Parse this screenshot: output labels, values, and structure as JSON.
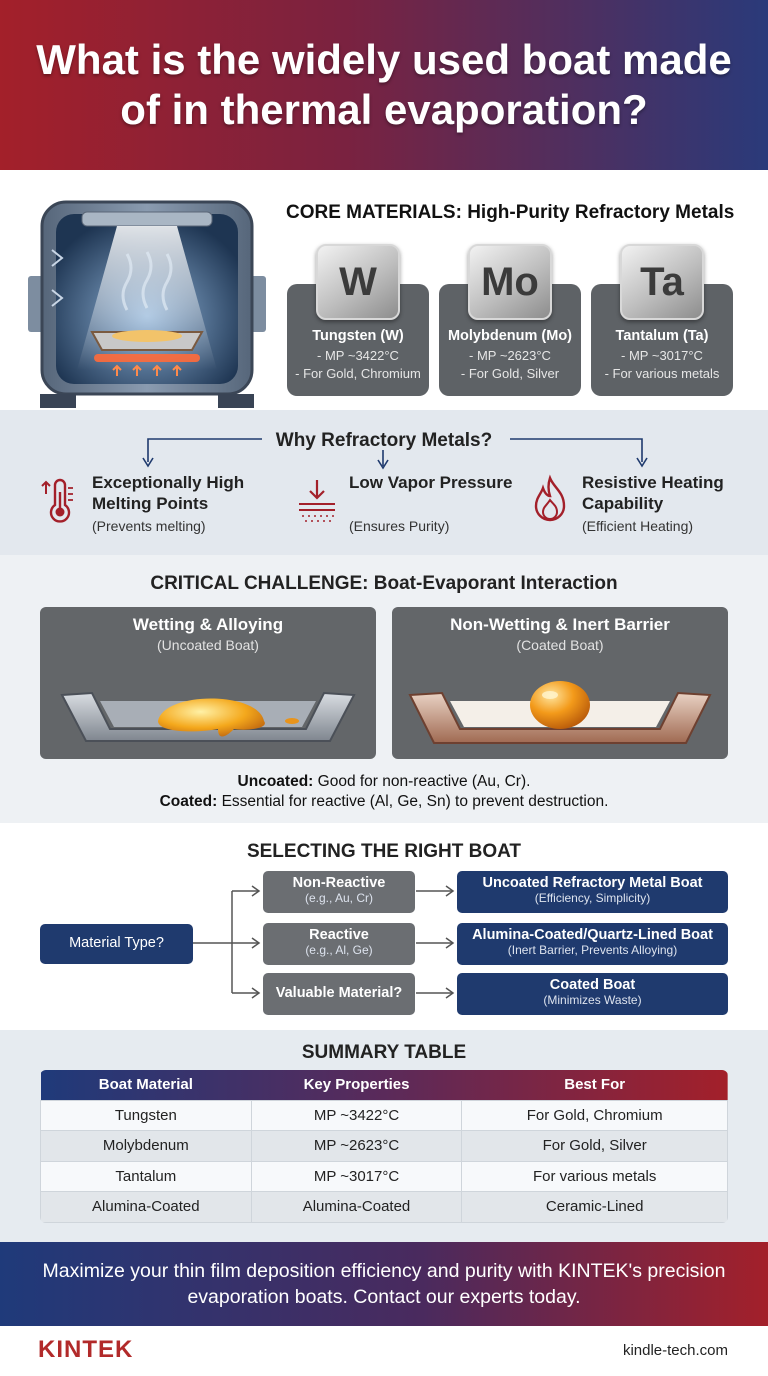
{
  "header": {
    "title": "What is the widely used boat made of in thermal evaporation?"
  },
  "core": {
    "title": "CORE MATERIALS: High-Purity Refractory Metals",
    "cards": [
      {
        "symbol": "W",
        "name": "Tungsten (W)",
        "line1": "- MP ~3422°C",
        "line2": "- For Gold, Chromium"
      },
      {
        "symbol": "Mo",
        "name": "Molybdenum (Mo)",
        "line1": "- MP ~2623°C",
        "line2": "- For Gold, Silver"
      },
      {
        "symbol": "Ta",
        "name": "Tantalum (Ta)",
        "line1": "- MP ~3017°C",
        "line2": "- For various metals"
      }
    ]
  },
  "why": {
    "title": "Why Refractory Metals?",
    "items": [
      {
        "title": "Exceptionally High Melting Points",
        "sub": "(Prevents melting)",
        "icon": "thermometer-icon"
      },
      {
        "title": "Low Vapor Pressure",
        "sub": "(Ensures Purity)",
        "icon": "low-vapor-pressure-icon"
      },
      {
        "title": "Resistive Heating Capability",
        "sub": "(Efficient Heating)",
        "icon": "flame-icon"
      }
    ]
  },
  "critical": {
    "title": "CRITICAL CHALLENGE: Boat-Evaporant Interaction",
    "left": {
      "title": "Wetting & Alloying",
      "sub": "(Uncoated Boat)"
    },
    "right": {
      "title": "Non-Wetting & Inert Barrier",
      "sub": "(Coated Boat)"
    },
    "note1_label": "Uncoated:",
    "note1_text": " Good for non-reactive (Au, Cr).",
    "note2_label": "Coated:",
    "note2_text": " Essential for reactive (Al, Ge, Sn) to prevent destruction."
  },
  "select": {
    "title": "SELECTING THE RIGHT BOAT",
    "root": "Material Type?",
    "branches": [
      {
        "cond": "Non-Reactive",
        "cond_sub": "(e.g., Au, Cr)",
        "result": "Uncoated Refractory Metal Boat",
        "result_sub": "(Efficiency, Simplicity)"
      },
      {
        "cond": "Reactive",
        "cond_sub": "(e.g., Al, Ge)",
        "result": "Alumina-Coated/Quartz-Lined Boat",
        "result_sub": "(Inert Barrier, Prevents Alloying)"
      },
      {
        "cond": "Valuable Material?",
        "cond_sub": "",
        "result": "Coated Boat",
        "result_sub": "(Minimizes Waste)"
      }
    ]
  },
  "summary": {
    "title": "SUMMARY TABLE",
    "headers": [
      "Boat Material",
      "Key Properties",
      "Best For"
    ],
    "rows": [
      [
        "Tungsten",
        "MP ~3422°C",
        "For Gold, Chromium"
      ],
      [
        "Molybdenum",
        "MP ~2623°C",
        "For Gold, Silver"
      ],
      [
        "Tantalum",
        "MP ~3017°C",
        "For various metals"
      ],
      [
        "Alumina-Coated",
        "Alumina-Coated",
        "Ceramic-Lined"
      ]
    ]
  },
  "banner": {
    "text": "Maximize your thin film deposition efficiency and purity with KINTEK's precision evaporation boats. Contact our experts today."
  },
  "footer": {
    "logo": "KINTEK",
    "site": "kindle-tech.com"
  },
  "colors": {
    "red": "#a3202a",
    "navy": "#1f3a6e",
    "gray_card": "#5e6266"
  }
}
